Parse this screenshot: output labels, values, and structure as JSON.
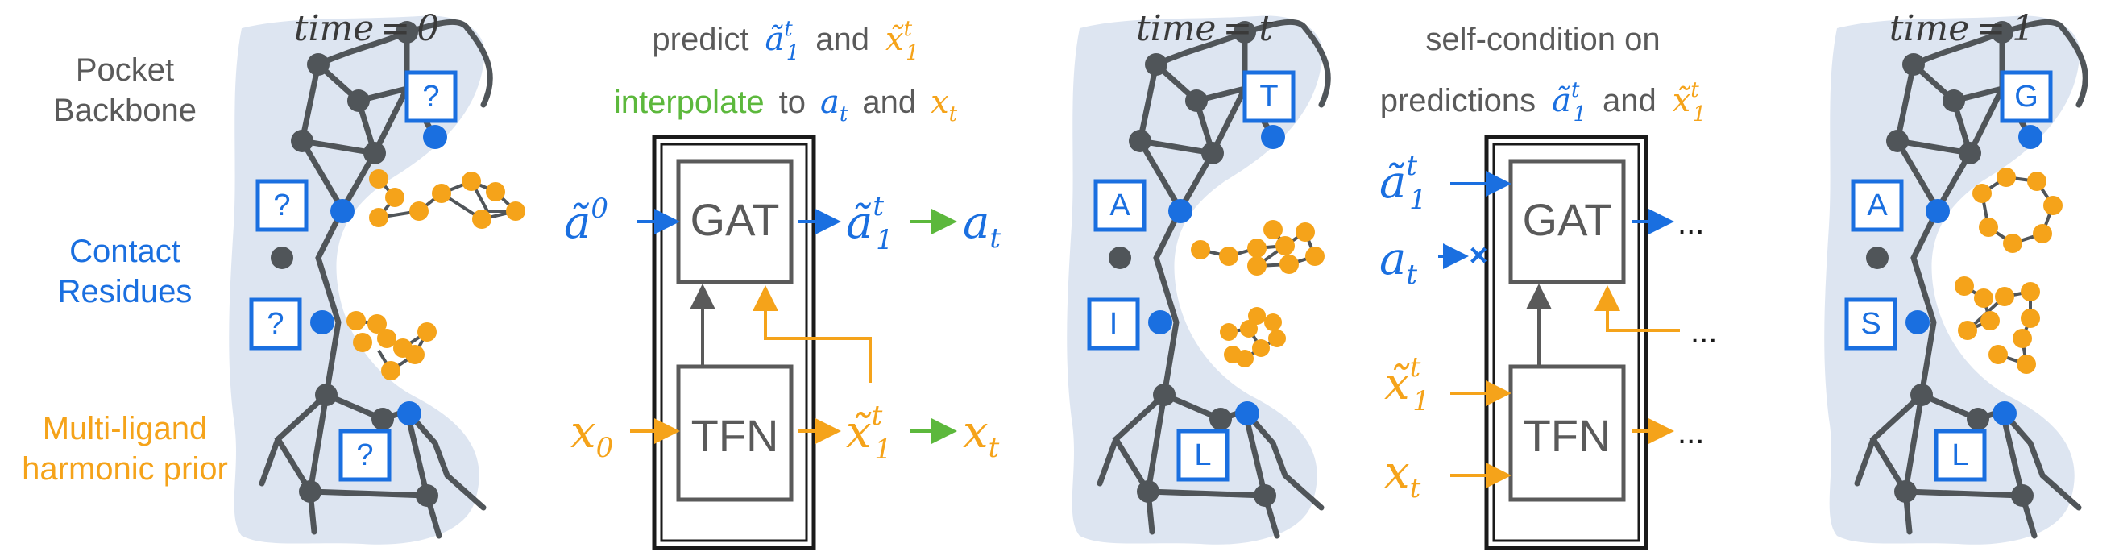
{
  "colors": {
    "pocket": "#dde5f1",
    "backbone": "#505559",
    "contact": "#1a6fe0",
    "ligand": "#f5a31a",
    "interpolate": "#5cb83c",
    "gray_text": "#5a5a5a",
    "box_border": "#1a1a1a"
  },
  "labels": {
    "pocket_backbone_line1": "Pocket",
    "pocket_backbone_line2": "Backbone",
    "contact_line1": "Contact",
    "contact_line2": "Residues",
    "prior_line1": "Multi-ligand",
    "prior_line2": "harmonic prior"
  },
  "time_labels": {
    "t0_lhs": "time",
    "t0_rhs": "0",
    "tt_lhs": "time",
    "tt_rhs": "t",
    "t1_lhs": "time",
    "t1_rhs": "1",
    "equals": "="
  },
  "panel1": {
    "residues": [
      "?",
      "?",
      "?",
      "?"
    ]
  },
  "panel3": {
    "residues": [
      "T",
      "A",
      "I",
      "L"
    ]
  },
  "panel5": {
    "residues": [
      "G",
      "A",
      "S",
      "L"
    ]
  },
  "model1": {
    "heading_pre": "predict",
    "heading_and": "and",
    "interpolate_word": "interpolate",
    "interpolate_rest": "to",
    "interpolate_and": "and",
    "gat_label": "GAT",
    "tfn_label": "TFN"
  },
  "model2": {
    "heading_line1": "self-condition on",
    "heading_line2": "predictions",
    "heading_and": "and",
    "gat_label": "GAT",
    "tfn_label": "TFN",
    "dots": "...",
    "cross": "×"
  },
  "math": {
    "a_tilde": "a",
    "x_tilde": "x",
    "sup_t": "t",
    "sub_1": "1",
    "sup_0": "0",
    "sub_0": "0",
    "a": "a",
    "x": "x",
    "sub_t": "t"
  }
}
